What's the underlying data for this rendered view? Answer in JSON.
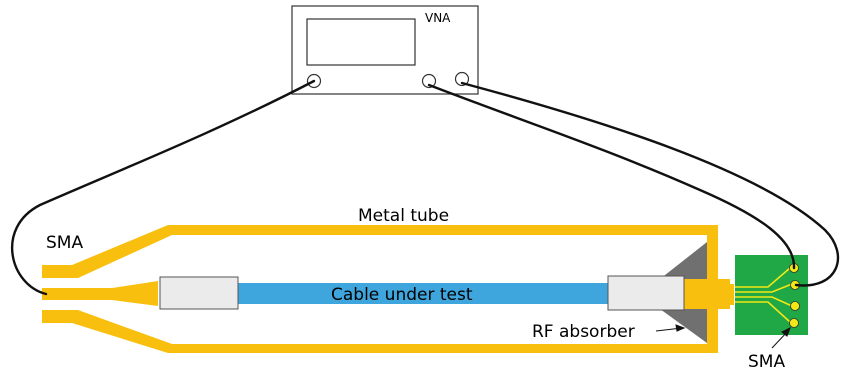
{
  "labels": {
    "vna": "VNA",
    "metal_tube": "Metal tube",
    "sma_left": "SMA",
    "cable_under_test": "Cable under test",
    "rf_absorber": "RF absorber",
    "sma_right": "SMA"
  },
  "colors": {
    "tube": "#f9bf0f",
    "cable": "#3ea5dd",
    "connector_fill": "#ebebeb",
    "connector_stroke": "#555555",
    "absorber": "#707070",
    "pcb": "#1fa845",
    "pcb_pad": "#f3e815",
    "wire": "#111111",
    "instrument_stroke": "#333333"
  },
  "icons": {
    "instrument": "vna-box-icon",
    "port": "vna-port-icon",
    "board": "pcb-board-icon"
  }
}
